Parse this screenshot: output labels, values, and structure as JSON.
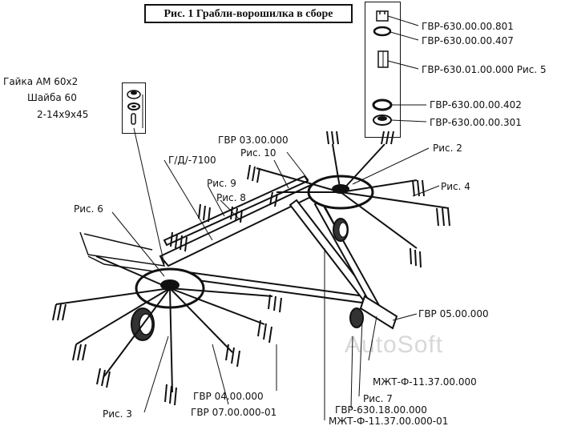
{
  "title": "Рис. 1 Грабли-ворошилка в сборе",
  "watermark": "AutoSoft",
  "hardware_left": {
    "nut": "Гайка АМ 60х2",
    "washer": "Шайба 60",
    "pin": "2-14х9х45"
  },
  "hardware_right": {
    "p1": "ГВР-630.00.00.801",
    "p2": "ГВР-630.00.00.407",
    "p3": "ГВР-630.01.00.000 Рис. 5",
    "p4": "ГВР-630.00.00.402",
    "p5": "ГВР-630.00.00.301"
  },
  "callouts": {
    "fig2": "Рис. 2",
    "fig4": "Рис. 4",
    "gvr03": "ГВР 03.00.000",
    "fig10": "Рис. 10",
    "gd7100": "Г/Д/-7100",
    "fig9": "Рис. 9",
    "fig8": "Рис. 8",
    "fig6": "Рис. 6",
    "gvr05": "ГВР 05.00.000",
    "mzht1": "МЖТ-Ф-11.37.00.000",
    "fig7": "Рис. 7",
    "gvr18": "ГВР-630.18.00.000",
    "mzht2": "МЖТ-Ф-11.37.00.000-01",
    "gvr04": "ГВР 04.00.000",
    "gvr07": "ГВР 07.00.000-01",
    "fig3": "Рис. 3"
  }
}
